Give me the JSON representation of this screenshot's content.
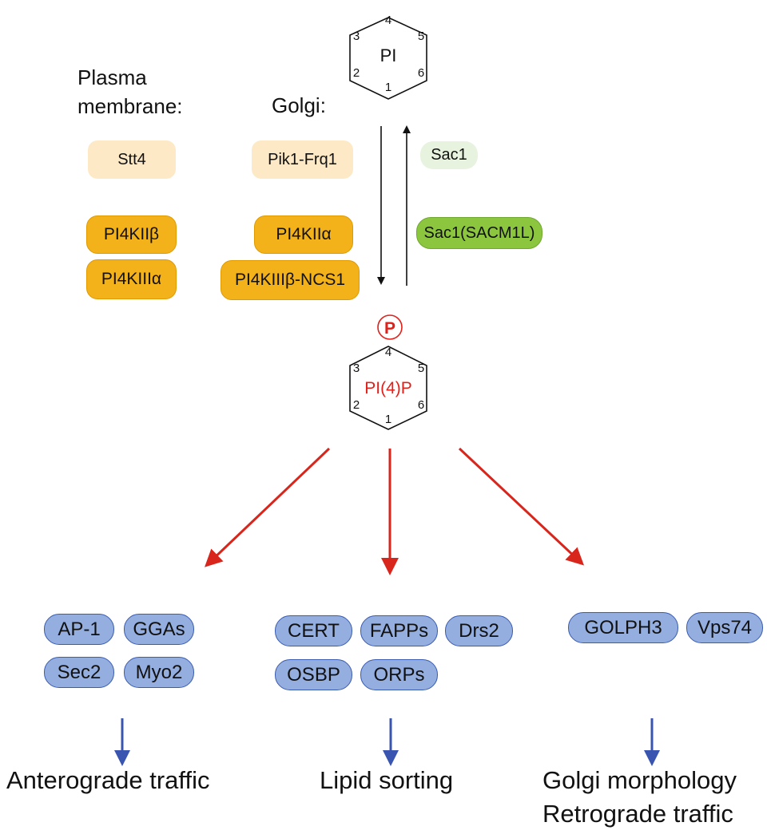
{
  "locations": {
    "plasma_membrane": [
      "Plasma",
      "membrane:"
    ],
    "golgi": "Golgi:"
  },
  "substrate": {
    "label": "PI",
    "positions": [
      "4",
      "5",
      "6",
      "1",
      "2",
      "3"
    ]
  },
  "product": {
    "label_prefix": "PI(4)",
    "label_suffix": "P",
    "phosphate": "P",
    "positions": [
      "4",
      "5",
      "6",
      "1",
      "2",
      "3"
    ]
  },
  "kinases": {
    "yeast_pm": "Stt4",
    "yeast_golgi": "Pik1-Frq1",
    "pm_1": "PI4KIIβ",
    "pm_2": "PI4KIIIα",
    "golgi_1": "PI4KIIα",
    "golgi_2": "PI4KIIIβ-NCS1"
  },
  "phosphatases": {
    "yeast": "Sac1",
    "mammal": "Sac1(SACM1L)"
  },
  "effectors": {
    "traffic": [
      "AP-1",
      "GGAs",
      "Sec2",
      "Myo2"
    ],
    "lipid": [
      "CERT",
      "FAPPs",
      "Drs2",
      "OSBP",
      "ORPs"
    ],
    "golgi": [
      "GOLPH3",
      "Vps74"
    ]
  },
  "outcomes": {
    "traffic": "Anterograde traffic",
    "lipid": "Lipid sorting",
    "golgi": [
      "Golgi morphology",
      "Retrograde traffic"
    ]
  },
  "colors": {
    "phosphate_red": "#e0201a",
    "arrow_red": "#d8261c",
    "arrow_blue": "#3a55b0",
    "effector_fill": "#94aee0",
    "kinase_dark": "#f3b11a",
    "kinase_light": "#fde9c6",
    "sac_dark": "#8cc63f",
    "sac_light": "#e7f3df"
  }
}
